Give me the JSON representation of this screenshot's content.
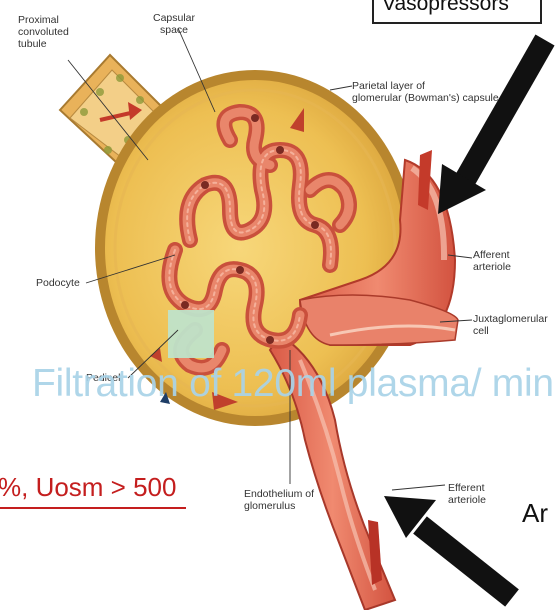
{
  "labels": {
    "proximal": "Proximal\nconvoluted\ntubule",
    "capsular": "Capsular\nspace",
    "parietal": "Parietal layer of\nglomerular (Bowman's) capsule",
    "afferent": "Afferent\narteriole",
    "juxta": "Juxtaglomerular\ncell",
    "podocyte": "Podocyte",
    "pedicel": "Pedicel",
    "endothelium": "Endothelium of\nglomerulus",
    "efferent": "Efferent\narteriole"
  },
  "overlay": {
    "vasopressors": "Vasopressors",
    "filtration": "Filtration of 120ml plasma/ min",
    "uosm": "%, Uosm > 500",
    "ar": "Ar"
  },
  "colors": {
    "capsule_fill": "#f0c55c",
    "vessel": "#e8735a",
    "glomerulus": "#d9604a",
    "filtration_text": "#a9d3e8",
    "uosm_text": "#c41e1e"
  }
}
